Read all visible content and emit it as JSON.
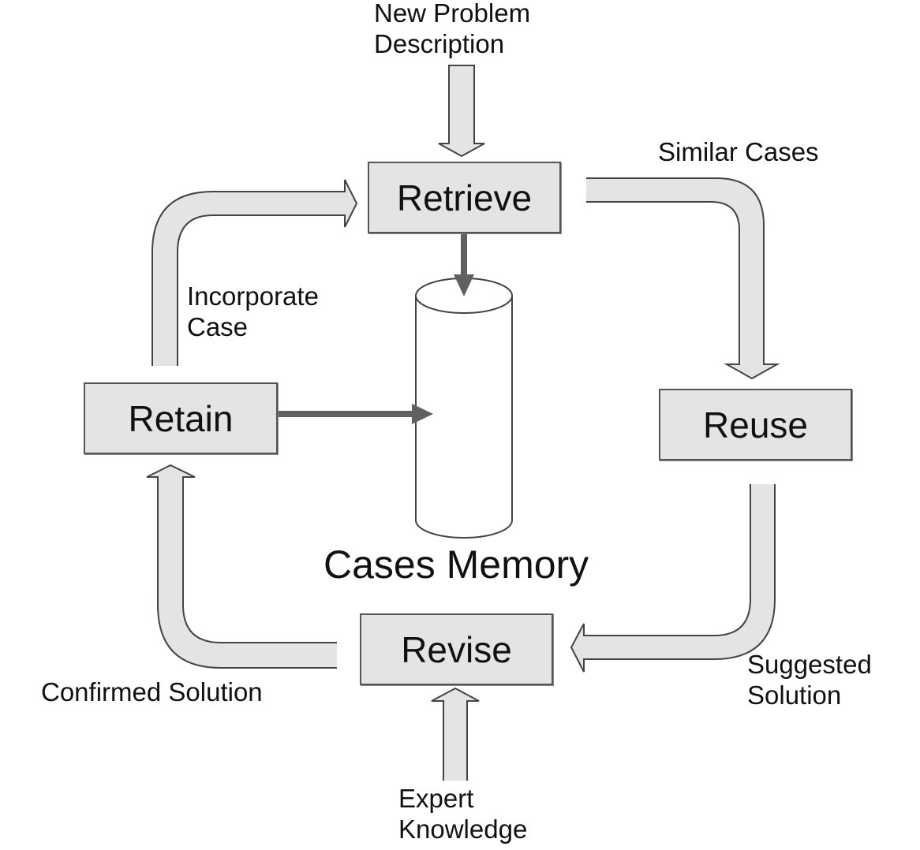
{
  "steps": {
    "retrieve": "Retrieve",
    "reuse": "Reuse",
    "revise": "Revise",
    "retain": "Retain"
  },
  "memory": {
    "label": "Cases Memory"
  },
  "flows": {
    "new_problem": "New Problem\nDescription",
    "similar_cases": "Similar Cases",
    "suggested_solution": "Suggested\nSolution",
    "expert_knowledge": "Expert\nKnowledge",
    "confirmed_solution": "Confirmed Solution",
    "incorporate_case": "Incorporate\nCase"
  },
  "colors": {
    "arrow_fill": "#e4e4e4",
    "arrow_stroke": "#444444",
    "box_fill": "#e4e4e4",
    "connector": "#606060"
  }
}
